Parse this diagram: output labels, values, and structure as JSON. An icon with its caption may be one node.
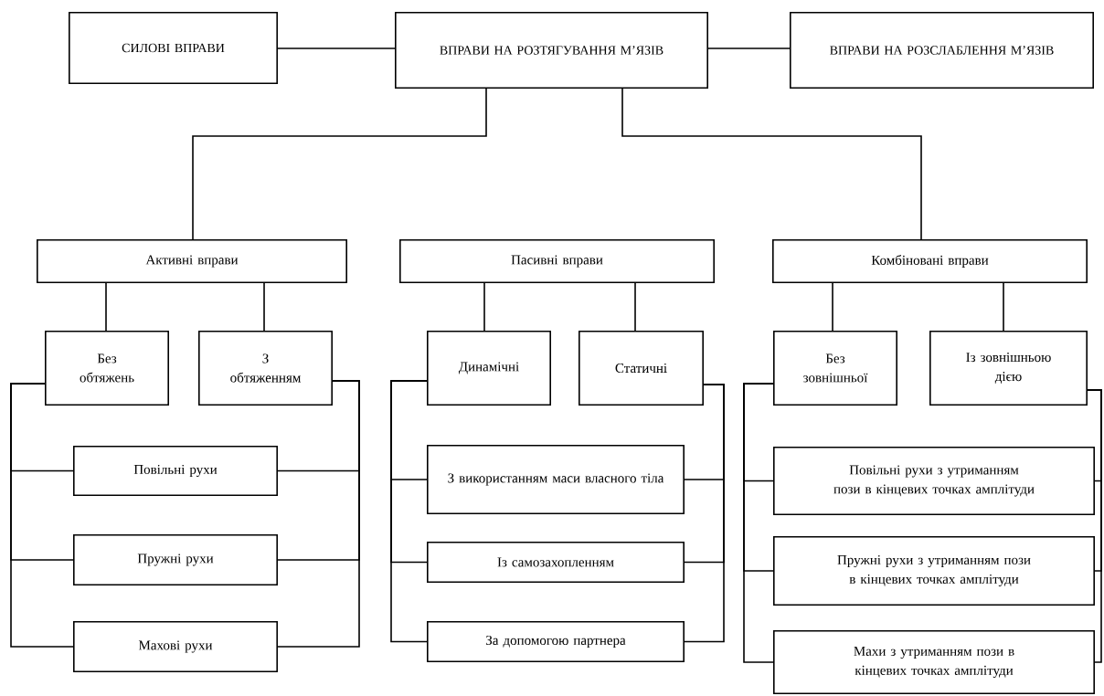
{
  "diagram": {
    "nodes": [
      {
        "text": [
          "СИЛОВІ ВПРАВИ"
        ]
      },
      {
        "text": [
          "ВПРАВИ НА РОЗТЯГУВАННЯ М’ЯЗІВ"
        ]
      },
      {
        "text": [
          "ВПРАВИ НА РОЗСЛАБЛЕННЯ М’ЯЗІВ"
        ]
      },
      {
        "text": [
          "Активні вправи"
        ]
      },
      {
        "text": [
          "Пасивні вправи"
        ]
      },
      {
        "text": [
          "Комбіновані вправи"
        ]
      },
      {
        "text": [
          "Без обтяжень"
        ]
      },
      {
        "text": [
          "З обтяженням"
        ]
      },
      {
        "text": [
          "Повільні рухи"
        ]
      },
      {
        "text": [
          "Пружні рухи"
        ]
      },
      {
        "text": [
          "Махові рухи"
        ]
      },
      {
        "text": [
          "Динамічні"
        ]
      },
      {
        "text": [
          "Статичні"
        ]
      },
      {
        "text": [
          "З використанням маси власного тіла"
        ]
      },
      {
        "text": [
          "Із самозахопленням"
        ]
      },
      {
        "text": [
          "За допомогою партнера"
        ]
      },
      {
        "text": [
          "Без зовнішньої"
        ]
      },
      {
        "text": [
          "Із зовнішньою дією"
        ]
      },
      {
        "text": [
          "Повільні рухи з утриманням пози в кінцевих точках амплітуди"
        ]
      },
      {
        "text": [
          "Пружні рухи з утриманням пози в кінцевих точках амплітуди"
        ]
      },
      {
        "text": [
          "Махи з утриманням пози в кінцевих точках амплітуди"
        ]
      }
    ],
    "edges": [
      {
        "from": 0,
        "to": 1,
        "arrow": "none"
      },
      {
        "from": 1,
        "to": 2,
        "arrow": "none"
      },
      {
        "from": 1,
        "to": 3,
        "arrow": "none"
      },
      {
        "from": 1,
        "to": 5,
        "arrow": "none"
      },
      {
        "from": 3,
        "to": 6,
        "arrow": "none"
      },
      {
        "from": 3,
        "to": 7,
        "arrow": "none"
      },
      {
        "from": 4,
        "to": 11,
        "arrow": "none"
      },
      {
        "from": 4,
        "to": 12,
        "arrow": "none"
      },
      {
        "from": 5,
        "to": 16,
        "arrow": "none"
      },
      {
        "from": 5,
        "to": 17,
        "arrow": "none"
      },
      {
        "from": 6,
        "to": 8,
        "arrow": "none"
      },
      {
        "from": 6,
        "to": 9,
        "arrow": "none"
      },
      {
        "from": 6,
        "to": 10,
        "arrow": "none"
      },
      {
        "from": 7,
        "to": 8,
        "arrow": "none"
      },
      {
        "from": 7,
        "to": 9,
        "arrow": "none"
      },
      {
        "from": 7,
        "to": 10,
        "arrow": "none"
      },
      {
        "from": 11,
        "to": 13,
        "arrow": "none"
      },
      {
        "from": 11,
        "to": 14,
        "arrow": "none"
      },
      {
        "from": 11,
        "to": 15,
        "arrow": "none"
      },
      {
        "from": 12,
        "to": 13,
        "arrow": "none"
      },
      {
        "from": 12,
        "to": 14,
        "arrow": "none"
      },
      {
        "from": 12,
        "to": 15,
        "arrow": "none"
      },
      {
        "from": 16,
        "to": 18,
        "arrow": "none"
      },
      {
        "from": 16,
        "to": 19,
        "arrow": "none"
      },
      {
        "from": 16,
        "to": 20,
        "arrow": "none"
      },
      {
        "from": 17,
        "to": 18,
        "arrow": "none"
      },
      {
        "from": 17,
        "to": 19,
        "arrow": "none"
      },
      {
        "from": 17,
        "to": 20,
        "arrow": "none"
      }
    ]
  }
}
